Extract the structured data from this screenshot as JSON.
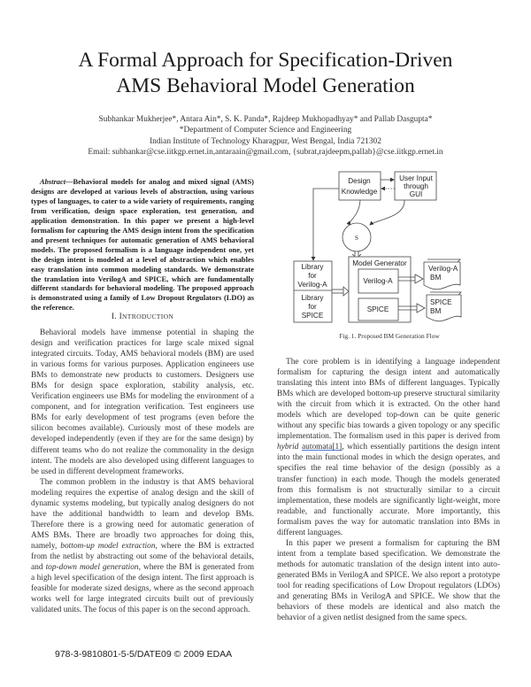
{
  "paper": {
    "title_line1": "A Formal Approach for Specification-Driven",
    "title_line2": "AMS Behavioral Model Generation",
    "authors": "Subhankar Mukherjee*, Antara Ain*, S. K. Panda*, Rajdeep Mukhopadhyay* and Pallab Dasgupta*",
    "affiliation_dept": "*Department of Computer Science and Engineering",
    "affiliation_inst": "Indian Institute of Technology Kharagpur, West Bengal, India 721302",
    "email": "Email: subhankar@cse.iitkgp.ernet.in,antaraain@gmail.com, {subrat,rajdeepm,pallab}@cse.iitkgp.ernet.in"
  },
  "abstract": {
    "lead": "Abstract",
    "text": "—Behavioral models for analog and mixed signal (AMS) designs are developed at various levels of abstraction, using various types of languages, to cater to a wide variety of requirements, ranging from verification, design space exploration, test generation, and application demonstration. In this paper we present a high-level formalism for capturing the AMS design intent from the specification and present techniques for automatic generation of AMS behavioral models. The proposed formalism is a language independent one, yet the design intent is modeled at a level of abstraction which enables easy translation into common modeling standards. We demonstrate the translation into VerilogA and SPICE, which are fundamentally different standards for behavioral modeling. The proposed approach is demonstrated using a family of Low Dropout Regulators (LDO) as the reference."
  },
  "intro": {
    "heading_num": "I. ",
    "heading_first": "I",
    "heading_rest": "NTRODUCTION",
    "p1": "Behavioral models have immense potential in shaping the design and verification practices for large scale mixed signal integrated circuits. Today, AMS behavioral models (BM) are used in various forms for various purposes. Application engineers use BMs to demonstrate new products to customers. Designers use BMs for design space exploration, stability analysis, etc. Verification engineers use BMs for modeling the environment of a component, and for integration verification. Test engineers use BMs for early development of test programs (even before the silicon becomes available). Curiously most of these models are developed independently (even if they are for the same design) by different teams who do not realize the commonality in the design intent. The models are also developed using different languages to be used in different development frameworks.",
    "p2_a": "The common problem in the industry is that AMS behavioral modeling requires the expertise of analog design and the skill of dynamic systems modeling, but typically analog designers do not have the additional bandwidth to learn and develop BMs. Therefore there is a growing need for automatic generation of AMS BMs. There are broadly two approaches for doing this, namely, ",
    "p2_em1": "bottom-up model extraction",
    "p2_b": ", where the BM is extracted from the netlist by abstracting out some of the behavioral details, and ",
    "p2_em2": "top-down model generation",
    "p2_c": ", where the BM is generated from a high level specification of the design intent. The first approach is feasible for moderate sized designs, where as the second approach works well for large integrated circuits built out of previously validated units. The focus of this paper is on the second approach.",
    "p3_a": "The core problem is in identifying a language independent formalism for capturing the design intent and automatically translating this intent into BMs of different languages. Typically BMs which are developed bottom-up preserve structural similarity with the circuit from which it is extracted. On the other hand models which are developed top-down can be quite generic without any specific bias towards a given topology or any specific implementation. The formalism used in this paper is derived from ",
    "p3_em": "hybrid ",
    "p3_link": "automata[1]",
    "p3_b": ", which essentially partitions the design intent into the main functional modes in which the design operates, and specifies the real time behavior of the design (possibly as a transfer function) in each mode. Though the models generated from this formalism is not structurally similar to a circuit implementation, these models are significantly light-weight, more readable, and functionally accurate. More importantly, this formalism paves the way for automatic translation into BMs in different languages.",
    "p4": "In this paper we present a formalism for capturing the BM intent from a template based specification. We demonstrate the methods for automatic translation of the design intent into auto-generated BMs in VerilogA and SPICE. We also report a prototype tool for reading specifications of Low Dropout regulators (LDOs) and generating BMs in VerilogA and SPICE. We show that the behaviors of these models are identical and also match the behavior of a given netlist designed from the same specs."
  },
  "figure": {
    "design_knowledge_1": "Design",
    "design_knowledge_2": "Knowledge",
    "user_input_1": "User Input",
    "user_input_2": "through",
    "user_input_3": "GUI",
    "s_label": "S",
    "model_generator": "Model Generator",
    "gen_veriloga": "Verilog-A",
    "gen_spice": "SPICE",
    "lib_va_1": "Library",
    "lib_va_2": "for",
    "lib_va_3": "Verilog-A",
    "lib_sp_1": "Library",
    "lib_sp_2": "for",
    "lib_sp_3": "SPICE",
    "out_va_1": "Verilog-A",
    "out_va_2": "BM",
    "out_sp_1": "SPICE",
    "out_sp_2": "BM",
    "caption": "Fig. 1.   Proposed BM Generation Flow"
  },
  "footer": {
    "text": "978-3-9810801-5-5/DATE09 © 2009 EDAA"
  }
}
